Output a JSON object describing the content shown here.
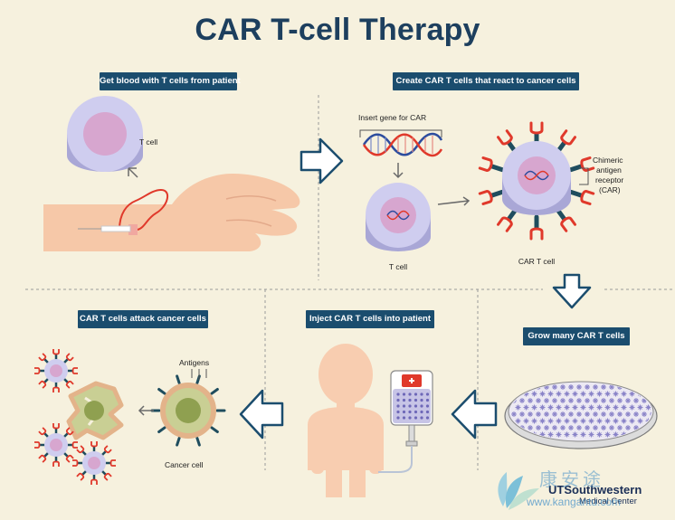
{
  "title": "CAR T-cell Therapy",
  "steps": {
    "step1": "Get blood with T cells from patient",
    "step2": "Create CAR T cells that react to cancer cells",
    "step3": "Grow many CAR T cells",
    "step4": "Inject CAR T cells into patient",
    "step5": "CAR T cells attack cancer cells"
  },
  "labels": {
    "tcell_top": "T cell",
    "insert_gene": "Insert gene for CAR",
    "tcell_mid": "T cell",
    "car_line1": "Chimeric",
    "car_line2": "antigen",
    "car_line3": "receptor",
    "car_line4": "(CAR)",
    "car_tcell": "CAR T cell",
    "antigens": "Antigens",
    "cancer_cell": "Cancer cell"
  },
  "logo": {
    "line1": "UTSouthwestern",
    "line2": "Medical Center"
  },
  "watermark": {
    "line1": "康安途",
    "line2": "www.kangantu.com"
  },
  "colors": {
    "background": "#f6f1de",
    "navy": "#1b4d6e",
    "title": "#1d3f5e",
    "car_red": "#e0392b",
    "receptor_dark": "#1f4d5e",
    "tcell_outer": "#c9c7ea",
    "tcell_inner": "#d7a6cf",
    "skin": "#f6c8a8",
    "cancer": "#bfc58a",
    "arrow_fill": "#ffffff",
    "arrow_stroke": "#1b4d6e"
  }
}
